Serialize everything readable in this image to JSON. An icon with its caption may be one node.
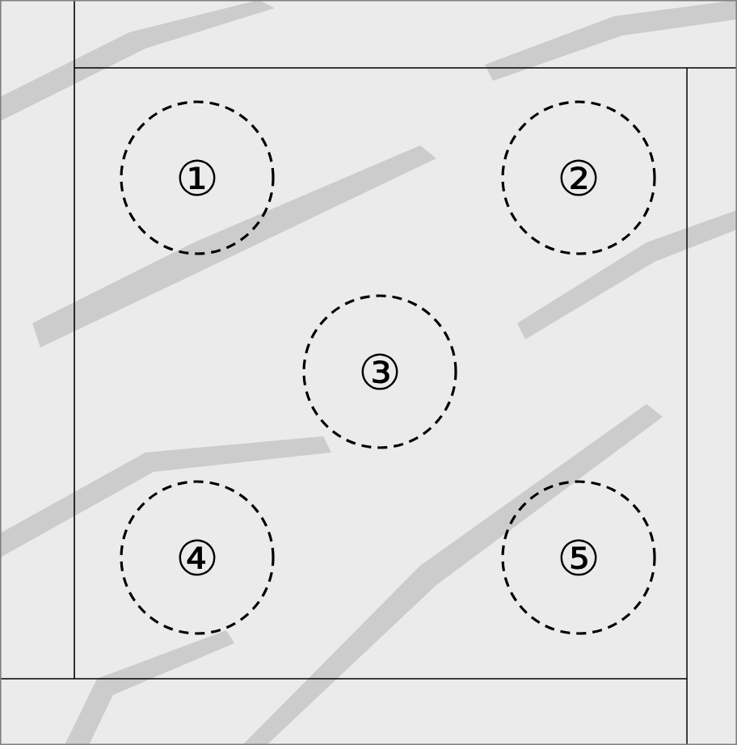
{
  "diagram": {
    "nodes": [
      {
        "text": [
          "①"
        ]
      },
      {
        "text": [
          "②"
        ]
      },
      {
        "text": [
          "③"
        ]
      },
      {
        "text": [
          "④"
        ]
      },
      {
        "text": [
          "⑤"
        ]
      }
    ]
  }
}
